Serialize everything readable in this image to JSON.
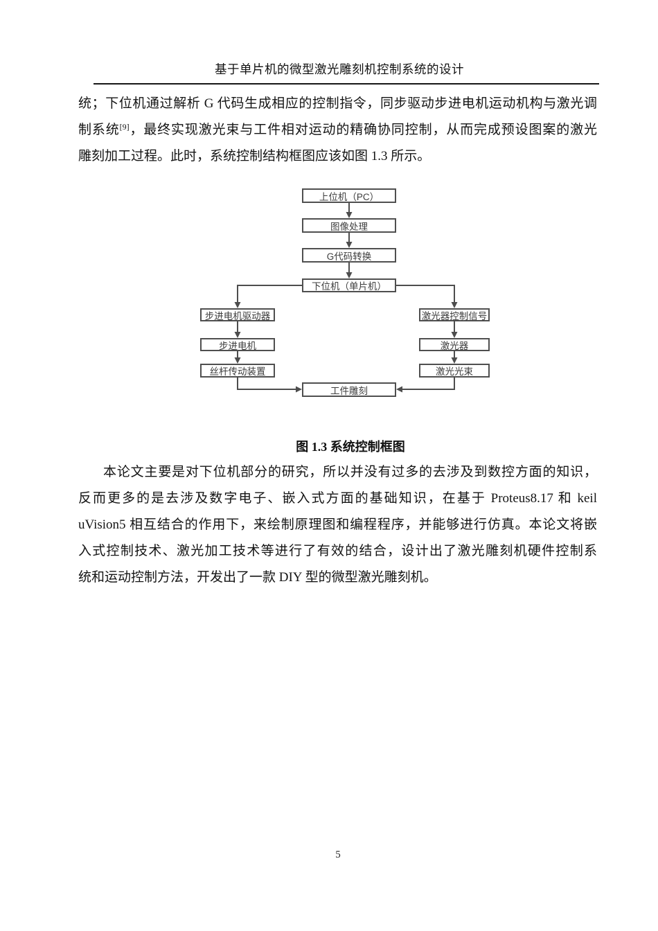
{
  "header": {
    "title": "基于单片机的微型激光雕刻机控制系统的设计"
  },
  "paragraph1": {
    "line1": "统；下位机通过解析 G 代码生成相应的控制指令，同步驱动步进电机运动机构与激光调",
    "line2_pre": "制系统",
    "line2_sup": "[9]",
    "line2_post": "，最终实现激光束与工件相对运动的精确协同控制，从而完成预设图案的激光",
    "line3": "雕刻加工过程。此时，系统控制结构框图应该如图 1.3 所示。"
  },
  "flowchart": {
    "stroke_color": "#4d4d4d",
    "nodes": {
      "host": "上位机（PC）",
      "image": "图像处理",
      "gcode": "G代码转换",
      "mcu": "下位机（单片机）",
      "driver": "步进电机驱动器",
      "motor": "步进电机",
      "screw": "丝杆传动装置",
      "laser_signal": "激光器控制信号",
      "laser": "激光器",
      "beam": "激光光束",
      "engrave": "工件雕刻"
    }
  },
  "caption": "图 1.3 系统控制框图",
  "paragraph2": {
    "line1": "本论文主要是对下位机部分的研究，所以并没有过多的去涉及到数控方面的知识，",
    "line2": "反而更多的是去涉及数字电子、嵌入式方面的基础知识，在基于 Proteus8.17 和 keil",
    "line3": "uVision5 相互结合的作用下，来绘制原理图和编程程序，并能够进行仿真。本论文将嵌",
    "line4": "入式控制技术、激光加工技术等进行了有效的结合，设计出了激光雕刻机硬件控制系",
    "line5": "统和运动控制方法，开发出了一款 DIY 型的微型激光雕刻机。"
  },
  "footer": {
    "page_number": "5"
  }
}
